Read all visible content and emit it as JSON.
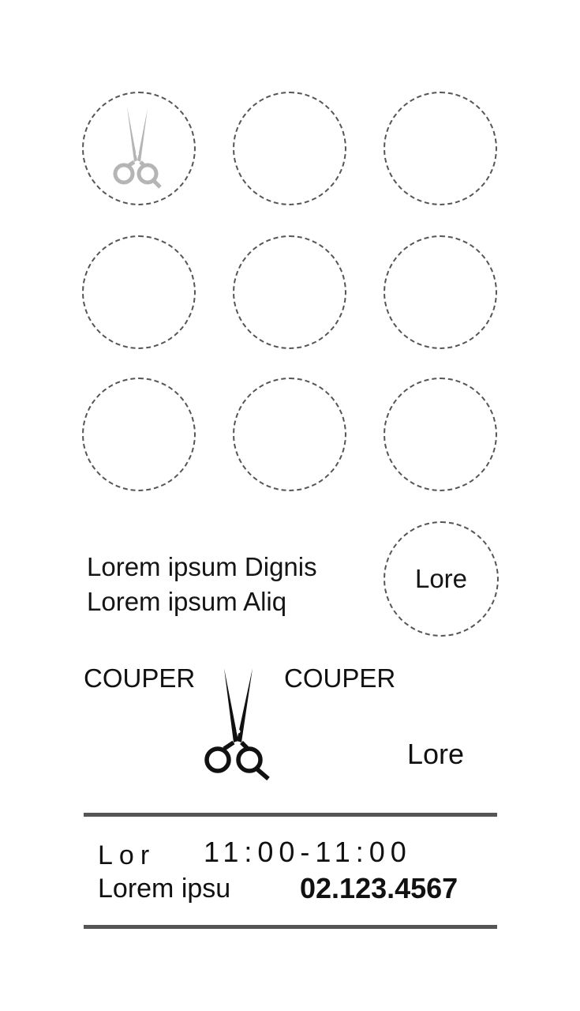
{
  "stamp_card": {
    "stamps": [
      {
        "stamped": true,
        "icon": "scissors-icon"
      },
      {
        "stamped": false
      },
      {
        "stamped": false
      },
      {
        "stamped": false
      },
      {
        "stamped": false
      },
      {
        "stamped": false
      },
      {
        "stamped": false
      },
      {
        "stamped": false
      },
      {
        "stamped": false
      }
    ],
    "stamp_color": "#b5b5b5",
    "border_color": "#555555"
  },
  "info": {
    "line1": "Lorem ipsum Dignis",
    "line2": "Lorem ipsum Aliq",
    "reward_label": "Lore"
  },
  "cut_line": {
    "left_label": "COUPER",
    "right_label": "COUPER",
    "icon": "scissors-icon",
    "side_label": "Lore"
  },
  "footer": {
    "hours_label": "Lor",
    "hours_value": "11:00-11:00",
    "phone_label": "Lorem ipsu",
    "phone_value": "02.123.4567"
  }
}
